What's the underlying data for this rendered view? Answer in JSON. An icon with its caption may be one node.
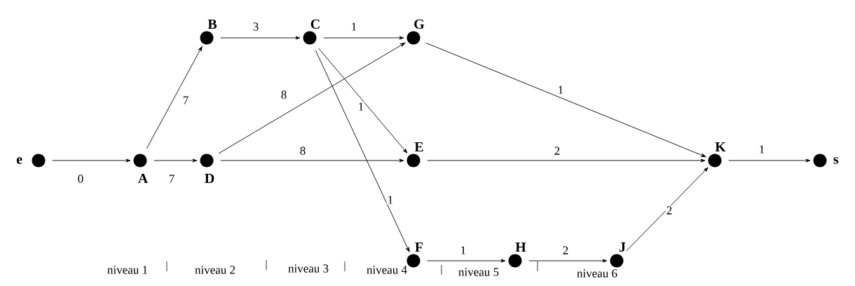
{
  "diagram": {
    "nodes": [
      {
        "text": [
          "e"
        ]
      },
      {
        "text": [
          "A"
        ]
      },
      {
        "text": [
          "B"
        ]
      },
      {
        "text": [
          "C"
        ]
      },
      {
        "text": [
          "G"
        ]
      },
      {
        "text": [
          "D"
        ]
      },
      {
        "text": [
          "E"
        ]
      },
      {
        "text": [
          "F"
        ]
      },
      {
        "text": [
          "H"
        ]
      },
      {
        "text": [
          "J"
        ]
      },
      {
        "text": [
          "K"
        ]
      },
      {
        "text": [
          "s"
        ]
      }
    ],
    "edges": [
      {
        "from": 0,
        "to": 1,
        "arrow": "to",
        "label": "0"
      },
      {
        "from": 1,
        "to": 2,
        "arrow": "to",
        "label": "7"
      },
      {
        "from": 1,
        "to": 5,
        "arrow": "to",
        "label": "7"
      },
      {
        "from": 2,
        "to": 3,
        "arrow": "to",
        "label": "3"
      },
      {
        "from": 3,
        "to": 4,
        "arrow": "to",
        "label": "1"
      },
      {
        "from": 3,
        "to": 6,
        "arrow": "to",
        "label": "1"
      },
      {
        "from": 3,
        "to": 7,
        "arrow": "to",
        "label": "1"
      },
      {
        "from": 5,
        "to": 4,
        "arrow": "to",
        "label": "8"
      },
      {
        "from": 5,
        "to": 6,
        "arrow": "to",
        "label": "8"
      },
      {
        "from": 4,
        "to": 10,
        "arrow": "to",
        "label": "1"
      },
      {
        "from": 6,
        "to": 10,
        "arrow": "to",
        "label": "2"
      },
      {
        "from": 7,
        "to": 8,
        "arrow": "to",
        "label": "1"
      },
      {
        "from": 8,
        "to": 9,
        "arrow": "to",
        "label": "2"
      },
      {
        "from": 9,
        "to": 10,
        "arrow": "to",
        "label": "2"
      },
      {
        "from": 10,
        "to": 11,
        "arrow": "to",
        "label": "1"
      }
    ],
    "labels": [
      "niveau 1",
      "niveau 2",
      "niveau 3",
      "niveau 4",
      "niveau 5",
      "niveau 6"
    ]
  }
}
